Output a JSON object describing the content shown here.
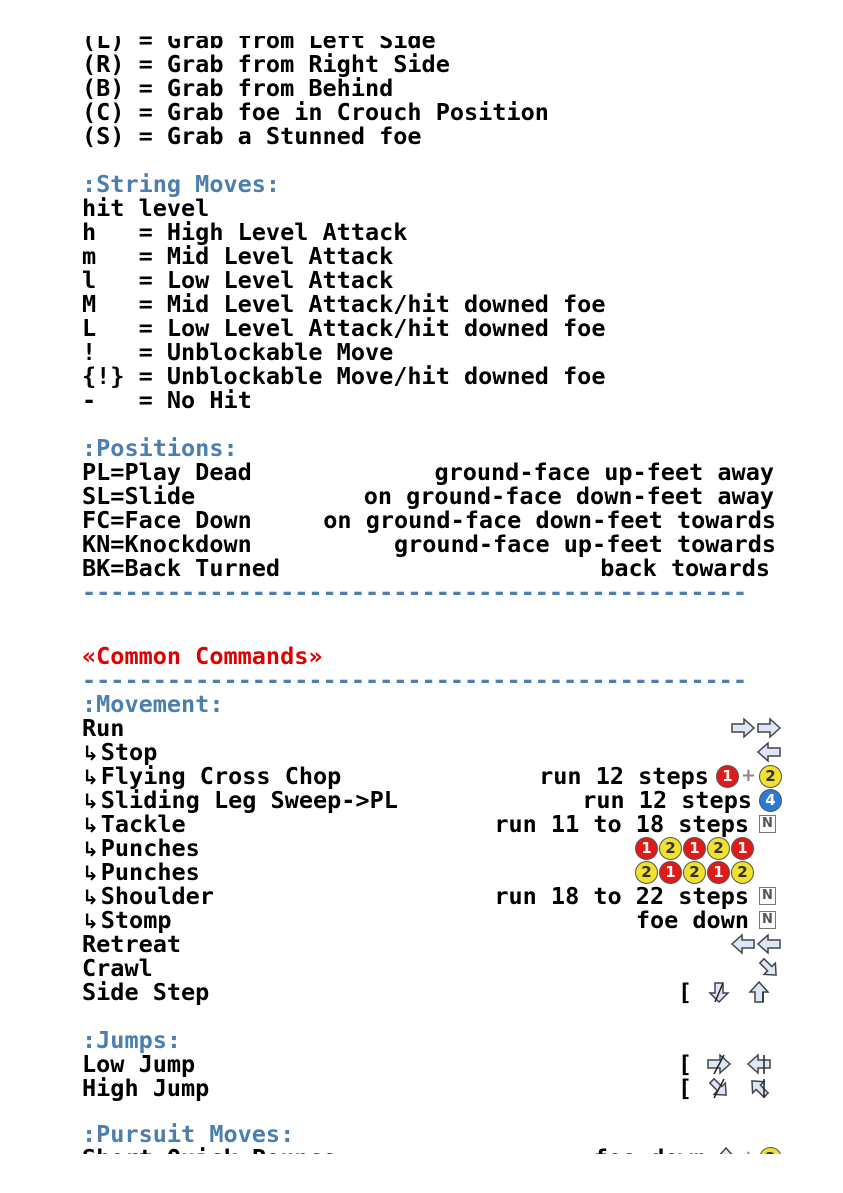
{
  "grab_section": {
    "lines": [
      "(L) = Grab from Left Side",
      "(R) = Grab from Right Side",
      "(B) = Grab from Behind",
      "(C) = Grab foe in Crouch Position",
      "(S) = Grab a Stunned foe"
    ]
  },
  "string_moves": {
    "heading": ":String Moves:",
    "subheading": "hit level",
    "lines": [
      "h   = High Level Attack",
      "m   = Mid Level Attack",
      "l   = Low Level Attack",
      "M   = Mid Level Attack/hit downed foe",
      "L   = Low Level Attack/hit downed foe",
      "!   = Unblockable Move",
      "{!} = Unblockable Move/hit downed foe",
      "-   = No Hit"
    ]
  },
  "positions": {
    "heading": ":Positions:",
    "rows": [
      {
        "code": "PL=Play Dead",
        "desc": "ground-face up-feet away"
      },
      {
        "code": "SL=Slide",
        "desc": "on ground-face down-feet away"
      },
      {
        "code": "FC=Face Down",
        "desc": "on ground-face down-feet towards"
      },
      {
        "code": "KN=Knockdown",
        "desc": "ground-face up-feet towards"
      },
      {
        "code": "BK=Back Turned",
        "desc": "back towards"
      }
    ]
  },
  "divider": "-----------------------------------------------",
  "common_title": "«Common Commands»",
  "movement": {
    "heading": ":Movement:",
    "sub_glyph": "↳",
    "rows": [
      {
        "name": "Run",
        "sub": false,
        "note": ""
      },
      {
        "name": "Stop",
        "sub": true,
        "note": ""
      },
      {
        "name": "Flying Cross Chop",
        "sub": true,
        "note": "run 12 steps"
      },
      {
        "name": "Sliding Leg Sweep->PL",
        "sub": true,
        "note": "run 12 steps"
      },
      {
        "name": "Tackle",
        "sub": true,
        "note": "run 11 to 18 steps"
      },
      {
        "name": "Punches",
        "sub": true,
        "note": ""
      },
      {
        "name": "Punches",
        "sub": true,
        "note": ""
      },
      {
        "name": "Shoulder",
        "sub": true,
        "note": "run 18 to 22 steps"
      },
      {
        "name": "Stomp",
        "sub": true,
        "note": "foe down"
      },
      {
        "name": "Retreat",
        "sub": false,
        "note": ""
      },
      {
        "name": "Crawl",
        "sub": false,
        "note": ""
      },
      {
        "name": "Side Step",
        "sub": false,
        "note": ""
      }
    ]
  },
  "jumps": {
    "heading": ":Jumps:",
    "rows": [
      {
        "name": "Low Jump"
      },
      {
        "name": "High Jump"
      }
    ]
  },
  "pursuit": {
    "heading": ":Pursuit Moves:",
    "rows": [
      {
        "name": "Short Quick Pounce",
        "note": "foe down"
      }
    ]
  },
  "buttons": {
    "one": "1",
    "two": "2",
    "four": "4",
    "neutral": "N",
    "plus": "+",
    "bracket": "["
  },
  "colors": {
    "heading": "#4a7fb0",
    "title": "#e00000",
    "btn1": "#e01a1a",
    "btn2": "#f0e030",
    "btn4": "#2a7ad8",
    "arrow_fill": "#dde6f7"
  }
}
